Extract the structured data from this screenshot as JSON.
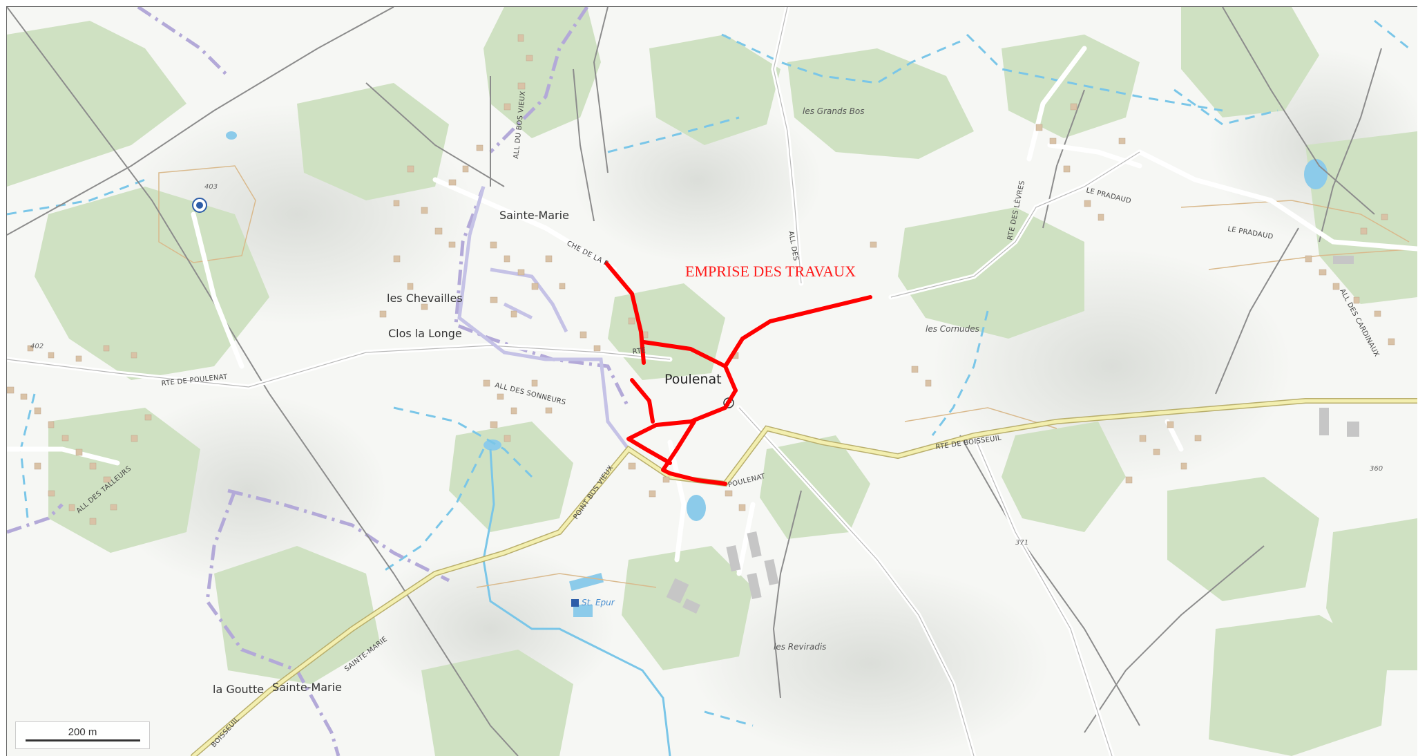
{
  "map": {
    "annotation": "EMPRISE DES TRAVAUX",
    "town": "Poulenat",
    "scale": "200 m",
    "colors": {
      "works_route": "#ff0000",
      "forest": "#cfe1c2",
      "road_major": "#f3efb0",
      "water": "#7ac6e8",
      "building": "#d9c2a6"
    },
    "places": {
      "sainte_marie_north": "Sainte-Marie",
      "les_chevailles": "les Chevailles",
      "clos_la_longe": "Clos la Longe",
      "la_goutte": "la Goutte",
      "sainte_marie_south": "Sainte-Marie"
    },
    "localities": {
      "grands_bos": "les Grands Bos",
      "cornudes": "les Cornudes",
      "reviradis": "les Reviradis"
    },
    "roads": {
      "rte_poulenat": "RTE DE POULENAT",
      "all_bos_vieux": "ALL DU BOS VIEUX",
      "che_de_la_f": "CHE DE LA F",
      "all_sonneurs": "ALL DES SONNEURS",
      "rte_boisseuil": "RTE DE BOISSEUIL",
      "rte_levres": "RTE DES LÈVRES",
      "le_pradaud_1": "LE PRADAUD",
      "le_pradaud_2": "LE PRADAUD",
      "all_cardinaux": "ALL DES CARDINAUX",
      "all_des": "ALL DES",
      "all_talleurs": "ALL DES TALLEURS",
      "point_bos_vieux": "POINT BOS VIEUX",
      "poulenat_road": "POULENAT",
      "rte_short": "RTE",
      "sainte_marie_road": "SAINTE-MARIE",
      "boisseuil": "BOISSEUIL"
    },
    "spot_heights": {
      "h403": "403",
      "h402": "402",
      "h360": "360",
      "h371": "371"
    },
    "poi": {
      "st_epur": "St. Epur"
    }
  }
}
